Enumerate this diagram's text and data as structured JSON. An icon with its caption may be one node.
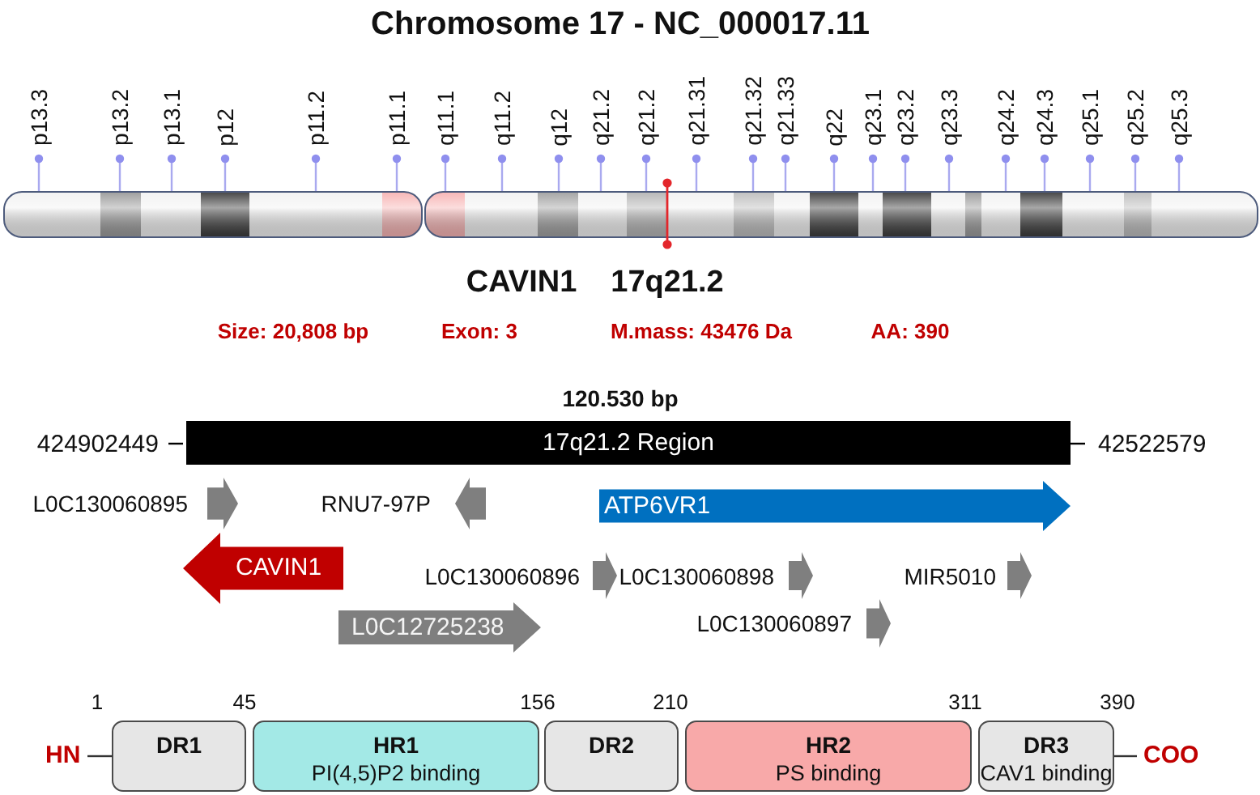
{
  "diagram": {
    "title": "Chromosome 17 - NC_000017.11",
    "nodes": [
      {
        "text": [
          "17q21.2 Region"
        ],
        "beside": [
          "120.530 bp",
          "424902449",
          "42522579"
        ]
      },
      {
        "text": [],
        "shape": "arrow",
        "beside": [
          "L0C130060895"
        ]
      },
      {
        "text": [],
        "shape": "arrow",
        "beside": [
          "RNU7-97P"
        ]
      },
      {
        "text": [
          "ATP6VR1"
        ]
      },
      {
        "text": [
          "CAVIN1"
        ]
      },
      {
        "text": [],
        "shape": "arrow",
        "beside": [
          "L0C130060896"
        ]
      },
      {
        "text": [],
        "shape": "arrow",
        "beside": [
          "L0C130060898"
        ]
      },
      {
        "text": [],
        "shape": "arrow",
        "beside": [
          "MIR5010"
        ]
      },
      {
        "text": [
          "L0C12725238"
        ]
      },
      {
        "text": [],
        "shape": "arrow",
        "beside": [
          "L0C130060897"
        ]
      },
      {
        "text": [
          "HN"
        ]
      },
      {
        "text": [
          "DR1"
        ]
      },
      {
        "text": [
          "HR1",
          "PI(4,5)P2 binding"
        ]
      },
      {
        "text": [
          "DR2"
        ]
      },
      {
        "text": [
          "HR2",
          "PS binding"
        ]
      },
      {
        "text": [
          "DR3",
          "CAV1 binding"
        ]
      },
      {
        "text": [
          "COO"
        ]
      }
    ],
    "edges": [
      {
        "from": 10,
        "to": 11,
        "arrow": "none"
      },
      {
        "from": 15,
        "to": 16,
        "arrow": "none"
      }
    ],
    "labels": [
      "p13.3",
      "p13.2",
      "p13.1",
      "p12",
      "p11.2",
      "p11.1",
      "q11.1",
      "q11.2",
      "q12",
      "q21.2",
      "q21.2",
      "q21.31",
      "q21.32",
      "q21.33",
      "q22",
      "q23.1",
      "q23.2",
      "q23.3",
      "q24.2",
      "q24.3",
      "q25.1",
      "q25.2",
      "q25.3",
      "CAVIN1",
      "17q21.2",
      "Size: 20,808 bp",
      "Exon: 3",
      "M.mass: 43476 Da",
      "AA: 390",
      "1",
      "45",
      "156",
      "210",
      "311",
      "390"
    ]
  }
}
